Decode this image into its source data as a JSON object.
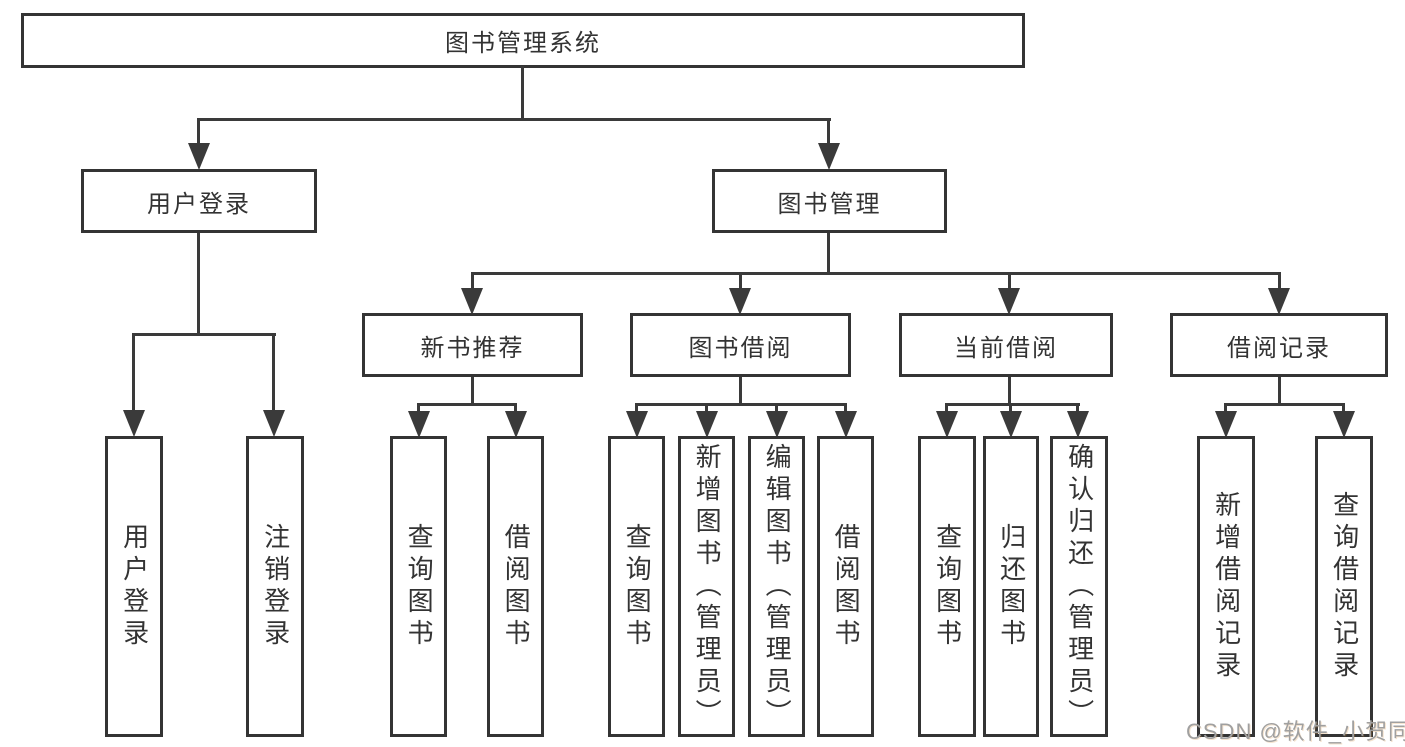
{
  "tree": {
    "root": "图书管理系统",
    "branches": [
      {
        "label": "用户登录",
        "children": [
          "用户登录",
          "注销登录"
        ]
      },
      {
        "label": "图书管理",
        "children": [
          {
            "label": "新书推荐",
            "children": [
              "查询图书",
              "借阅图书"
            ]
          },
          {
            "label": "图书借阅",
            "children": [
              "查询图书",
              "新增图书（管理员）",
              "编辑图书（管理员）",
              "借阅图书"
            ]
          },
          {
            "label": "当前借阅",
            "children": [
              "查询图书",
              "归还图书",
              "确认归还（管理员）"
            ]
          },
          {
            "label": "借阅记录",
            "children": [
              "新增借阅记录",
              "查询借阅记录"
            ]
          }
        ]
      }
    ]
  },
  "watermark": {
    "text": "CSDN @软件_小贺同学"
  },
  "colors": {
    "background": "#ffffff",
    "box_border": "#343434",
    "connector_line": "#3a3a3a",
    "text": "#333333",
    "watermark_text": "#a0a0a0"
  }
}
